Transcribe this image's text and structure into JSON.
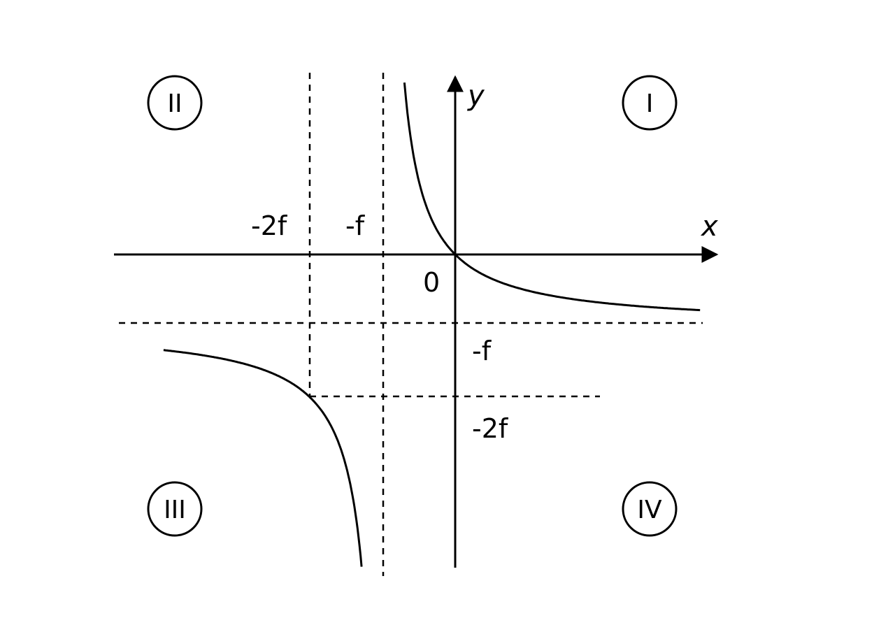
{
  "axes": {
    "x_label": "x",
    "y_label": "y",
    "origin_label": "0"
  },
  "x_ticks": [
    "-2f",
    "-f"
  ],
  "y_ticks": [
    "-f",
    "-2f"
  ],
  "quadrants": [
    "I",
    "II",
    "III",
    "IV"
  ],
  "curve": {
    "equation_shown": false,
    "branches": [
      "upper-right",
      "lower-left"
    ]
  }
}
